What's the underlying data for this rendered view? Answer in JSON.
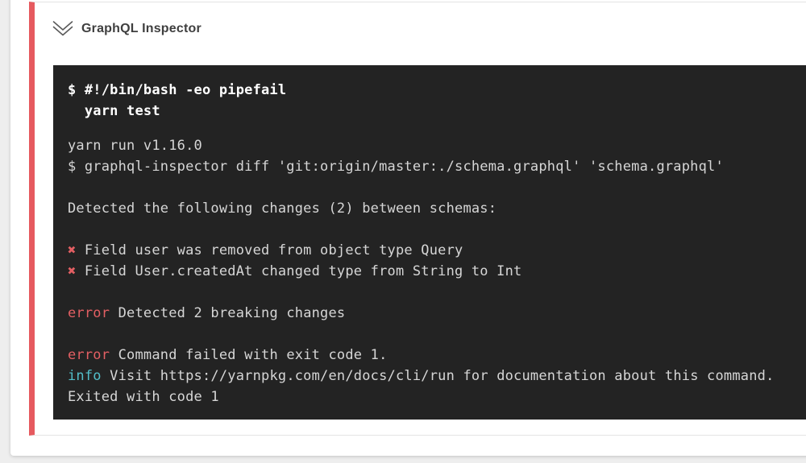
{
  "colors": {
    "page_bg": "#eeeeee",
    "card_bg": "#ffffff",
    "stripe": "#e65a5f",
    "divider": "#e4e4e4",
    "title": "#3f3f3f",
    "chevron": "#5a5a5a",
    "terminal_bg": "#232323",
    "terminal_text": "#d6d6d6",
    "terminal_command": "#ffffff",
    "error": "#e35f63",
    "info": "#52bec9"
  },
  "step": {
    "title": "GraphQL Inspector",
    "collapse_icon": "double-chevron-down-icon"
  },
  "terminal": {
    "command_lines": [
      "$ #!/bin/bash -eo pipefail",
      "  yarn test"
    ],
    "lines": [
      {
        "segments": [
          {
            "text": "yarn run v1.16.0",
            "style": "default"
          }
        ]
      },
      {
        "segments": [
          {
            "text": "$ graphql-inspector diff 'git:origin/master:./schema.graphql' 'schema.graphql'",
            "style": "default"
          }
        ]
      },
      {
        "segments": []
      },
      {
        "segments": [
          {
            "text": "Detected the following changes (2) between schemas:",
            "style": "default"
          }
        ]
      },
      {
        "segments": []
      },
      {
        "segments": [
          {
            "text": "✖",
            "style": "error"
          },
          {
            "text": " Field user was removed from object type Query",
            "style": "default"
          }
        ]
      },
      {
        "segments": [
          {
            "text": "✖",
            "style": "error"
          },
          {
            "text": " Field User.createdAt changed type from String to Int",
            "style": "default"
          }
        ]
      },
      {
        "segments": []
      },
      {
        "segments": [
          {
            "text": "error",
            "style": "error"
          },
          {
            "text": " Detected 2 breaking changes",
            "style": "default"
          }
        ]
      },
      {
        "segments": []
      },
      {
        "segments": [
          {
            "text": "error",
            "style": "error"
          },
          {
            "text": " Command failed with exit code 1.",
            "style": "default"
          }
        ]
      },
      {
        "segments": [
          {
            "text": "info",
            "style": "info"
          },
          {
            "text": " Visit https://yarnpkg.com/en/docs/cli/run for documentation about this command.",
            "style": "default"
          }
        ]
      },
      {
        "segments": [
          {
            "text": "Exited with code 1",
            "style": "default"
          }
        ]
      }
    ]
  }
}
